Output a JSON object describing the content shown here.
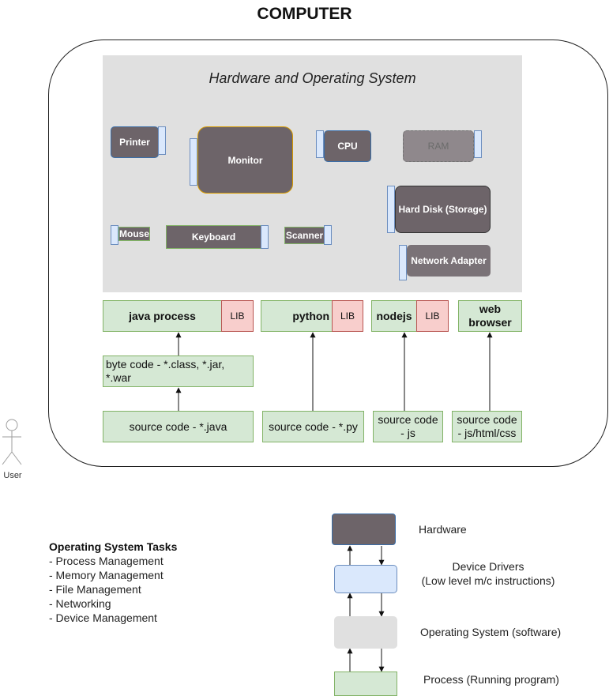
{
  "title": "COMPUTER",
  "hardware_panel": {
    "title": "Hardware and Operating System",
    "devices": {
      "printer": "Printer",
      "monitor": "Monitor",
      "cpu": "CPU",
      "ram": "RAM",
      "hard_disk": "Hard Disk (Storage)",
      "network_adapter": "Network Adapter",
      "mouse": "Mouse",
      "keyboard": "Keyboard",
      "scanner": "Scanner"
    }
  },
  "processes": {
    "java": "java process",
    "python": "python",
    "nodejs": "nodejs",
    "web_browser": "web browser",
    "lib": "LIB"
  },
  "code": {
    "byte_code": "byte code - *.class, *.jar, *.war",
    "java_source": "source code -  *.java",
    "python_source": "source code - *.py",
    "node_source": "source code - js",
    "web_source": "source code - js/html/css"
  },
  "actor": {
    "label": "User"
  },
  "os_tasks": {
    "heading": "Operating System Tasks",
    "items": [
      "- Process Management",
      "- Memory Management",
      "- File Management",
      "- Networking",
      "- Device Management"
    ]
  },
  "legend": {
    "hardware": "Hardware",
    "device_drivers_1": "Device Drivers",
    "device_drivers_2": "(Low level m/c instructions)",
    "os": "Operating System (software)",
    "process": "Process (Running program)"
  },
  "colors": {
    "hardware_device": "#6d6469",
    "port": "#dae8fc",
    "process": "#d5e8d4",
    "lib": "#f8cecc",
    "os_panel": "#e0e0e0"
  }
}
